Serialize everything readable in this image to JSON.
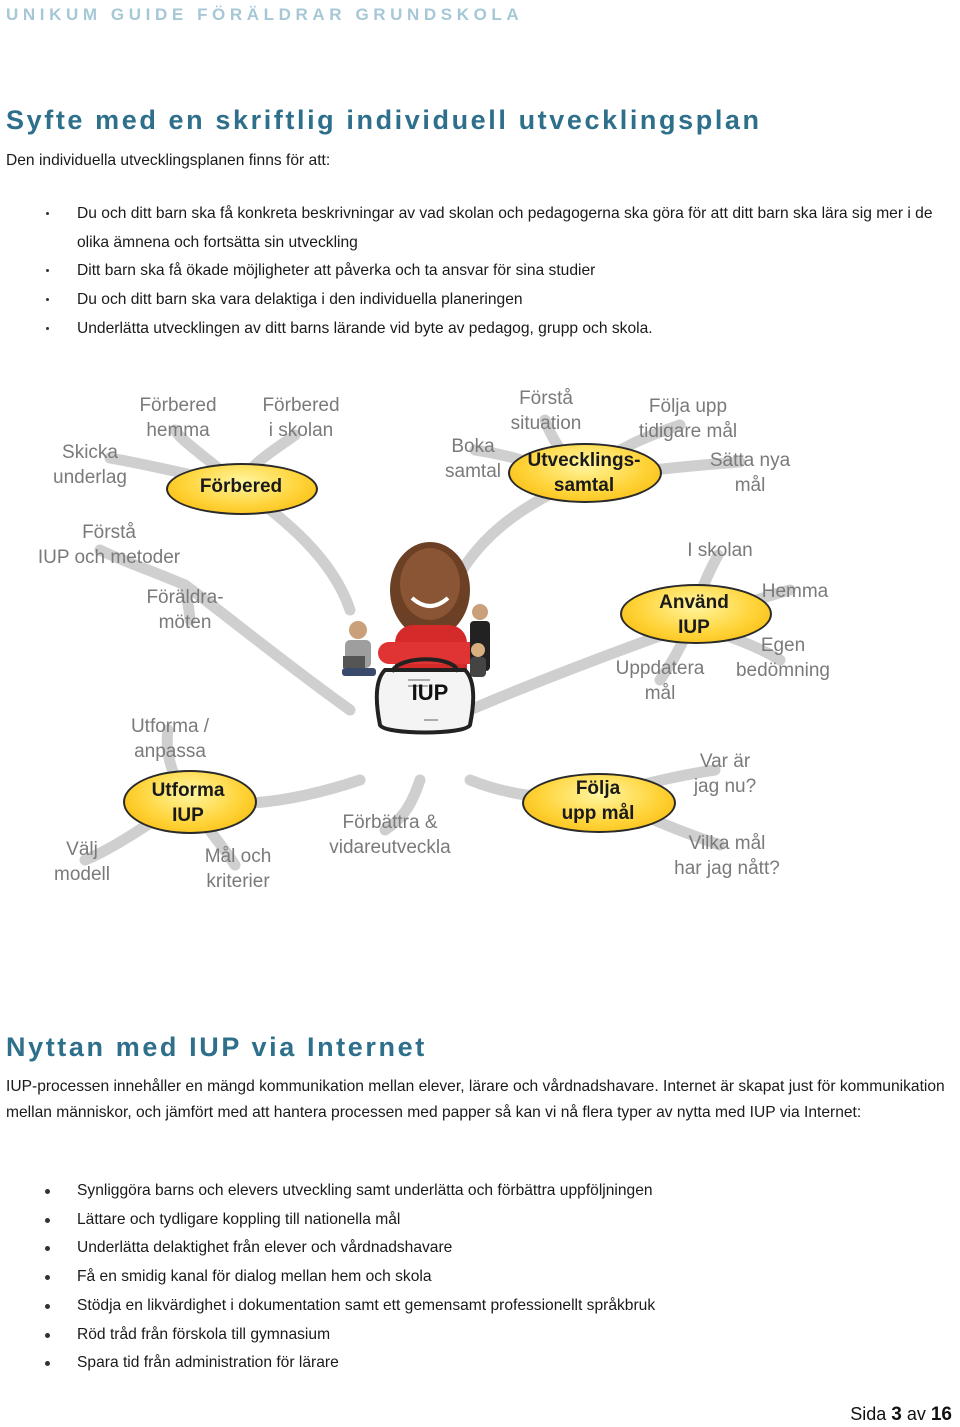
{
  "header": "UNIKUM GUIDE FÖRÄLDRAR GRUNDSKOLA",
  "section1": {
    "title": "Syfte med en skriftlig individuell utvecklingsplan",
    "intro": "Den individuella utvecklingsplanen finns för att:",
    "bullets": [
      "Du och ditt barn ska få konkreta beskrivningar av vad skolan och pedagogerna ska göra för att ditt barn ska lära sig mer i de olika ämnena och fortsätta sin utveckling",
      "Ditt barn ska få ökade möjligheter att påverka och ta ansvar för sina studier",
      "Du och ditt barn ska vara delaktiga i den individuella planeringen",
      "Underlätta utvecklingen av ditt barns lärande vid byte av pedagog, grupp och skola."
    ]
  },
  "diagram": {
    "center_label": "IUP",
    "ovals": {
      "forbered": "Förbered",
      "utvecklingssamtal": "Utvecklings-\nsamtal",
      "anvand": "Använd\nIUP",
      "folja": "Följa\nupp mål",
      "utforma": "Utforma\nIUP"
    },
    "labels": {
      "skicka_underlag": "Skicka\nunderlag",
      "forbered_hemma": "Förbered\nhemma",
      "forbered_skolan": "Förbered\ni skolan",
      "boka_samtal": "Boka\nsamtal",
      "forsta_situation": "Förstå\nsituation",
      "folja_upp_tidigare": "Följa upp\ntidigare mål",
      "satta_nya_mal": "Sätta nya\nmål",
      "forsta_iup": "Förstå\nIUP och metoder",
      "foraldramoten": "Föräldra-\nmöten",
      "i_skolan": "I skolan",
      "hemma": "Hemma",
      "egen_bedomning": "Egen\nbedömning",
      "uppdatera_mal": "Uppdatera\nmål",
      "utforma_anpassa": "Utforma /\nanpassa",
      "var_ar_jag": "Var är\njag nu?",
      "vilka_mal": "Vilka mål\nhar jag nått?",
      "valj_modell": "Välj\nmodell",
      "mal_kriterier": "Mål och\nkriterier",
      "forbattra": "Förbättra &\nvidareutveckla"
    }
  },
  "section2": {
    "title": "Nyttan med IUP via Internet",
    "intro": "IUP-processen innehåller en mängd kommunikation mellan elever, lärare och vårdnadshavare. Internet är skapat just för kommunikation mellan människor, och jämfört med att hantera processen med papper så kan vi nå flera typer av nytta med IUP via Internet:",
    "bullets": [
      "Synliggöra barns och elevers utveckling samt underlätta och förbättra uppföljningen",
      "Lättare och tydligare koppling till nationella mål",
      "Underlätta delaktighet från elever och vårdnadshavare",
      "Få en smidig kanal för dialog mellan hem och skola",
      "Stödja en likvärdighet i dokumentation samt ett gemensamt professionellt språkbruk",
      "Röd tråd från förskola till gymnasium",
      "Spara tid från administration för lärare"
    ]
  },
  "footer": {
    "prefix": "Sida",
    "current": "3",
    "sep": "av",
    "total": "16"
  }
}
